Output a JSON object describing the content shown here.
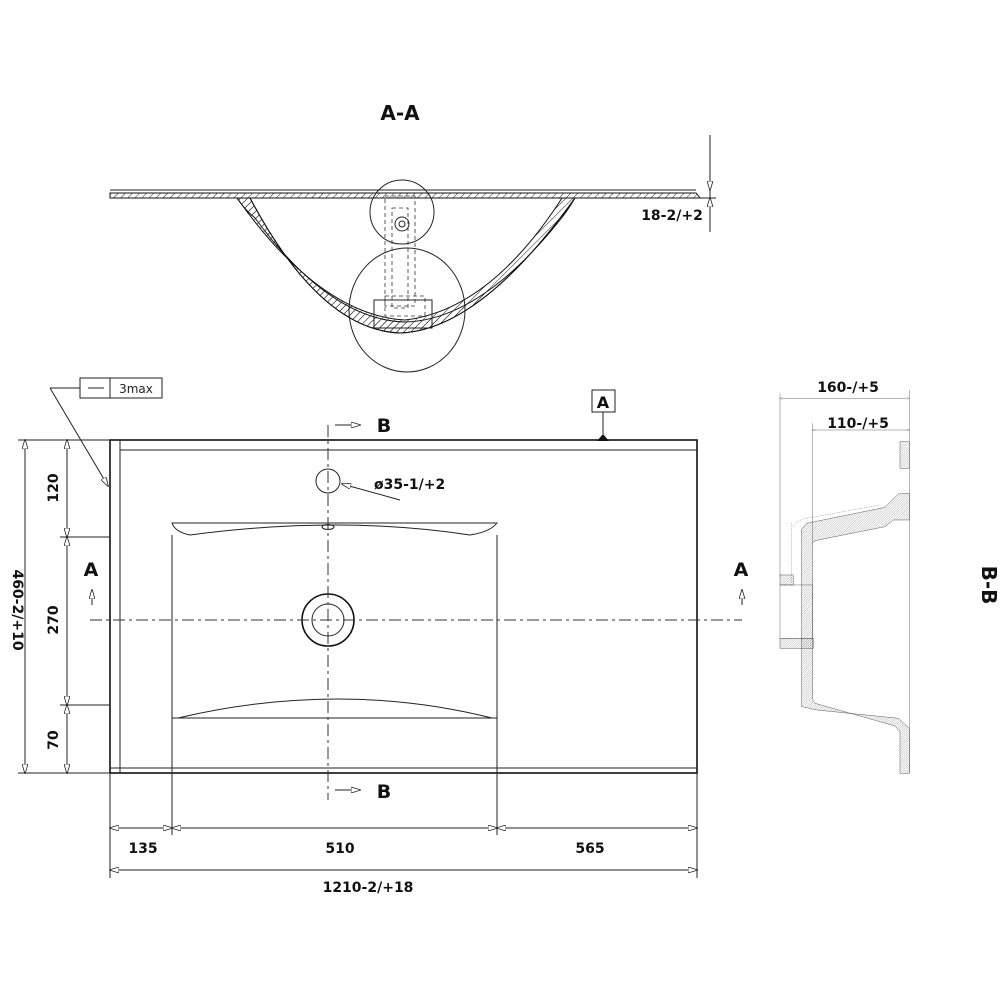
{
  "section_aa": {
    "title": "A-A",
    "thickness_dim": "18-2/+2"
  },
  "section_bb": {
    "title": "B-B",
    "outer_depth_dim": "160-/+5",
    "inner_depth_dim": "110-/+5"
  },
  "plan": {
    "callout_flatness": "3max",
    "datum_label": "A",
    "section_marker_a_left": "A",
    "section_marker_a_right": "A",
    "section_marker_b_top": "B",
    "section_marker_b_bottom": "B",
    "faucet_hole_dim": "ø35-1/+2",
    "depth_total_dim": "460-2/+10",
    "depth_front_dim": "120",
    "depth_bowl_dim": "270",
    "depth_back_dim": "70",
    "width_left_dim": "135",
    "width_bowl_dim": "510",
    "width_right_dim": "565",
    "width_total_dim": "1210-2/+18"
  }
}
